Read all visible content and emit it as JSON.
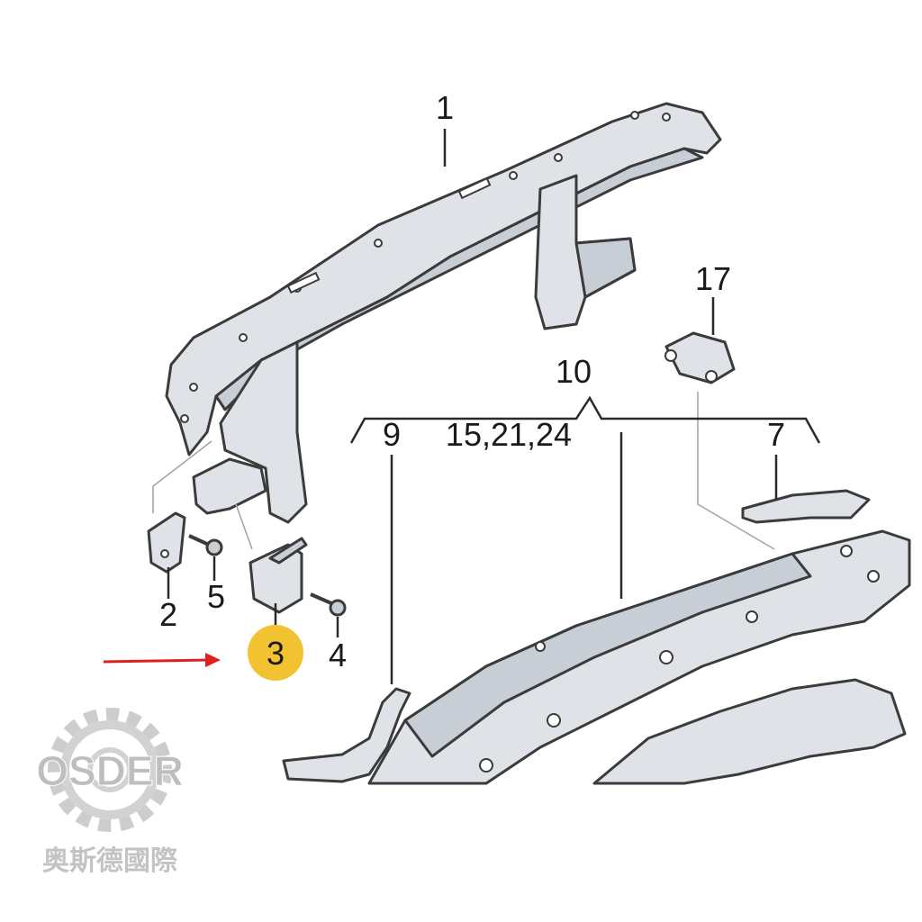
{
  "callouts": {
    "c1": "1",
    "c2": "2",
    "c3": "3",
    "c4": "4",
    "c5": "5",
    "c7": "7",
    "c9": "9",
    "c10": "10",
    "c15": "15,21,24",
    "c17": "17"
  },
  "highlight": {
    "part": "3",
    "color": "#f2c230"
  },
  "arrow": {
    "color": "#e02020",
    "target": "3"
  },
  "watermark": {
    "logo_text": "OSDER",
    "subtitle": "奥斯德國際"
  }
}
